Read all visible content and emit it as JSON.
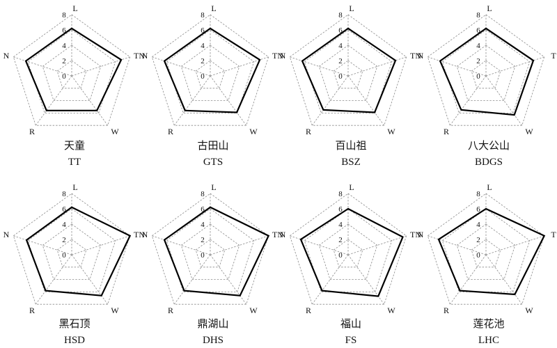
{
  "chart_data": [
    {
      "type": "radar",
      "title_cn": "天童",
      "title_en": "TT",
      "axes": [
        "L",
        "TN",
        "W",
        "R",
        "N"
      ],
      "rlim": [
        0,
        8
      ],
      "ticks": [
        "0",
        "2",
        "4",
        "6",
        "8"
      ],
      "values": [
        6.2,
        6.8,
        5.6,
        5.6,
        6.3
      ]
    },
    {
      "type": "radar",
      "title_cn": "古田山",
      "title_en": "GTS",
      "axes": [
        "L",
        "TN",
        "W",
        "R",
        "N"
      ],
      "rlim": [
        0,
        8
      ],
      "ticks": [
        "0",
        "2",
        "4",
        "6",
        "8"
      ],
      "values": [
        6.2,
        6.8,
        5.9,
        5.6,
        6.3
      ]
    },
    {
      "type": "radar",
      "title_cn": "百山祖",
      "title_en": "BSZ",
      "axes": [
        "L",
        "TN",
        "W",
        "R",
        "N"
      ],
      "rlim": [
        0,
        8
      ],
      "ticks": [
        "0",
        "2",
        "4",
        "6",
        "8"
      ],
      "values": [
        6.2,
        6.5,
        5.9,
        5.5,
        6.3
      ]
    },
    {
      "type": "radar",
      "title_cn": "八大公山",
      "title_en": "BDGS",
      "axes": [
        "L",
        "T",
        "W",
        "R",
        "N"
      ],
      "rlim": [
        0,
        8
      ],
      "ticks": [
        "0",
        "2",
        "4",
        "6",
        "8"
      ],
      "values": [
        6.2,
        6.5,
        6.3,
        5.5,
        6.3
      ]
    },
    {
      "type": "radar",
      "title_cn": "黑石顶",
      "title_en": "HSD",
      "axes": [
        "L",
        "TN",
        "W",
        "R",
        "N"
      ],
      "rlim": [
        0,
        8
      ],
      "ticks": [
        "0",
        "2",
        "4",
        "6",
        "8"
      ],
      "values": [
        6.2,
        8.0,
        6.6,
        5.8,
        6.2
      ]
    },
    {
      "type": "radar",
      "title_cn": "鼎湖山",
      "title_en": "DHS",
      "axes": [
        "L",
        "TN",
        "W",
        "R",
        "N"
      ],
      "rlim": [
        0,
        8
      ],
      "ticks": [
        "0",
        "2",
        "4",
        "6",
        "8"
      ],
      "values": [
        6.2,
        8.0,
        6.6,
        5.8,
        6.3
      ]
    },
    {
      "type": "radar",
      "title_cn": "福山",
      "title_en": "FS",
      "axes": [
        "L",
        "TN",
        "W",
        "R",
        "N"
      ],
      "rlim": [
        0,
        8
      ],
      "ticks": [
        "0",
        "2",
        "4",
        "6",
        "8"
      ],
      "values": [
        6.0,
        7.5,
        6.7,
        5.8,
        6.5
      ]
    },
    {
      "type": "radar",
      "title_cn": "莲花池",
      "title_en": "LHC",
      "axes": [
        "L",
        "T",
        "W",
        "R",
        "N"
      ],
      "rlim": [
        0,
        8
      ],
      "ticks": [
        "0",
        "2",
        "4",
        "6",
        "8"
      ],
      "values": [
        6.0,
        8.0,
        6.4,
        5.8,
        6.5
      ]
    }
  ]
}
